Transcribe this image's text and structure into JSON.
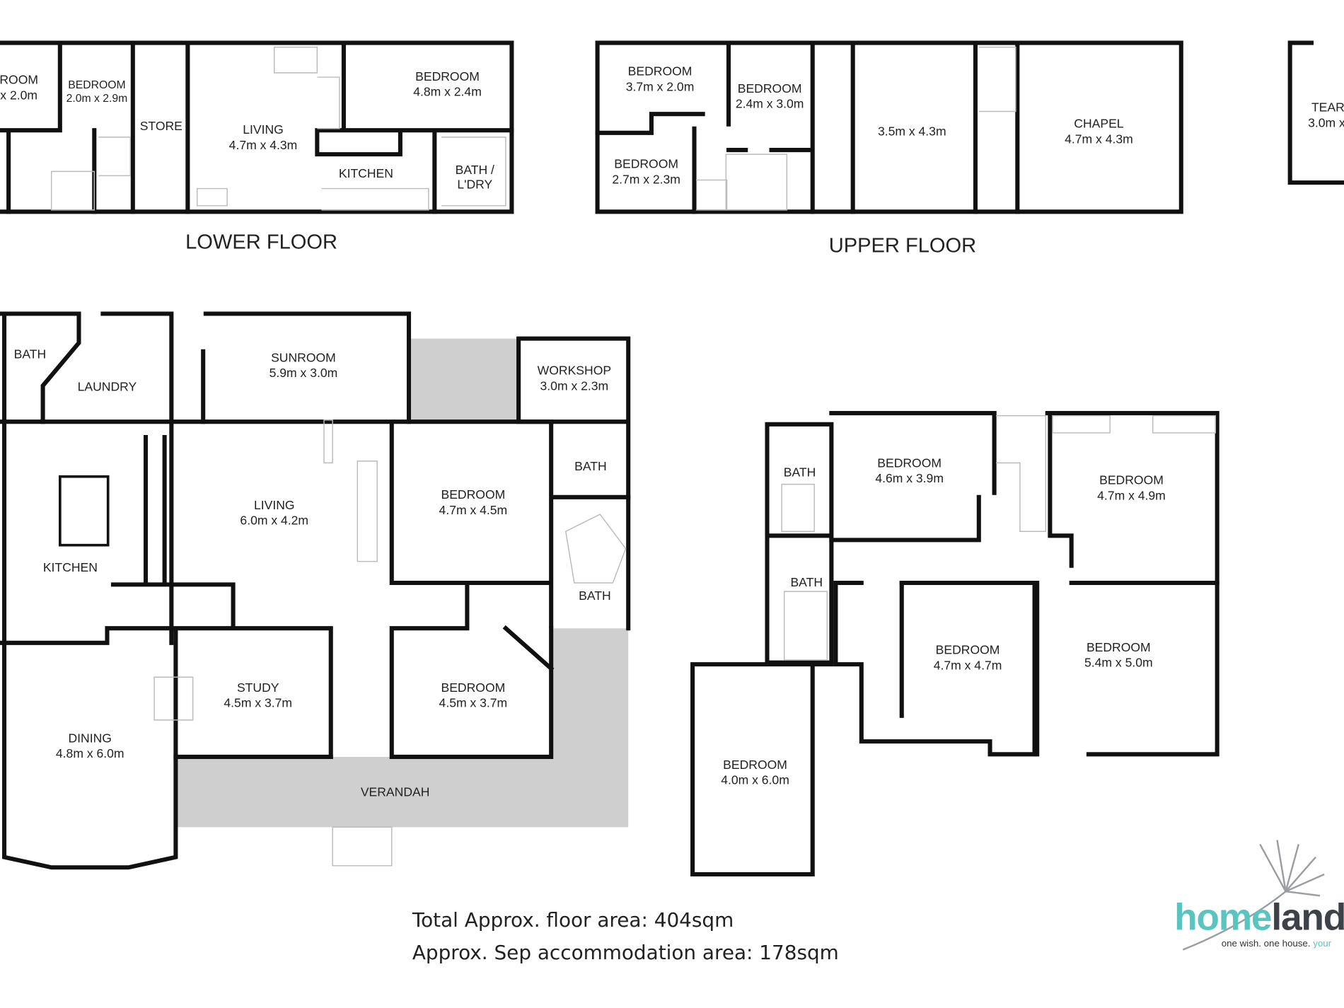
{
  "floors": {
    "lower": {
      "title": "LOWER FLOOR",
      "rooms": [
        {
          "name": "ROOM",
          "size": "x 2.0m"
        },
        {
          "name": "BEDROOM",
          "size": "2.0m x 2.9m"
        },
        {
          "name": "STORE"
        },
        {
          "name": "LIVING",
          "size": "4.7m x 4.3m"
        },
        {
          "name": "BEDROOM",
          "size": "4.8m x 2.4m"
        },
        {
          "name": "KITCHEN"
        },
        {
          "name": "BATH /",
          "size": "L'DRY"
        }
      ]
    },
    "upper": {
      "title": "UPPER FLOOR",
      "rooms": [
        {
          "name": "BEDROOM",
          "size": "3.7m x 2.0m"
        },
        {
          "name": "BEDROOM",
          "size": "2.4m x 3.0m"
        },
        {
          "name": "BEDROOM",
          "size": "2.7m x 2.3m"
        },
        {
          "size": "3.5m x 4.3m"
        },
        {
          "name": "CHAPEL",
          "size": "4.7m x 4.3m"
        },
        {
          "name": "TEAR",
          "size": "3.0m x"
        }
      ]
    },
    "ground": {
      "rooms": [
        {
          "name": "BATH"
        },
        {
          "name": "LAUNDRY"
        },
        {
          "name": "SUNROOM",
          "size": "5.9m x 3.0m"
        },
        {
          "name": "WORKSHOP",
          "size": "3.0m x 2.3m"
        },
        {
          "name": "KITCHEN"
        },
        {
          "name": "LIVING",
          "size": "6.0m x 4.2m"
        },
        {
          "name": "BEDROOM",
          "size": "4.7m x 4.5m"
        },
        {
          "name": "BATH"
        },
        {
          "name": "BATH"
        },
        {
          "name": "STUDY",
          "size": "4.5m x 3.7m"
        },
        {
          "name": "BEDROOM",
          "size": "4.5m x 3.7m"
        },
        {
          "name": "DINING",
          "size": "4.8m x 6.0m"
        },
        {
          "name": "VERANDAH"
        }
      ]
    },
    "first": {
      "rooms": [
        {
          "name": "BATH"
        },
        {
          "name": "BEDROOM",
          "size": "4.6m x 3.9m"
        },
        {
          "name": "BEDROOM",
          "size": "4.7m x 4.9m"
        },
        {
          "name": "BATH"
        },
        {
          "name": "BEDROOM",
          "size": "4.7m x 4.7m"
        },
        {
          "name": "BEDROOM",
          "size": "5.4m x 5.0m"
        },
        {
          "name": "BEDROOM",
          "size": "4.0m x 6.0m"
        }
      ]
    }
  },
  "summary": {
    "total": "Total Approx. floor area: 404sqm",
    "sep": "Approx. Sep accommodation area: 178sqm"
  },
  "logo": {
    "brand_a": "home",
    "brand_b": "land",
    "tagline_a": "one wish. one house. ",
    "tagline_b": "your",
    "colors": {
      "teal": "#5bc4c0",
      "dark": "#3d4248"
    }
  }
}
